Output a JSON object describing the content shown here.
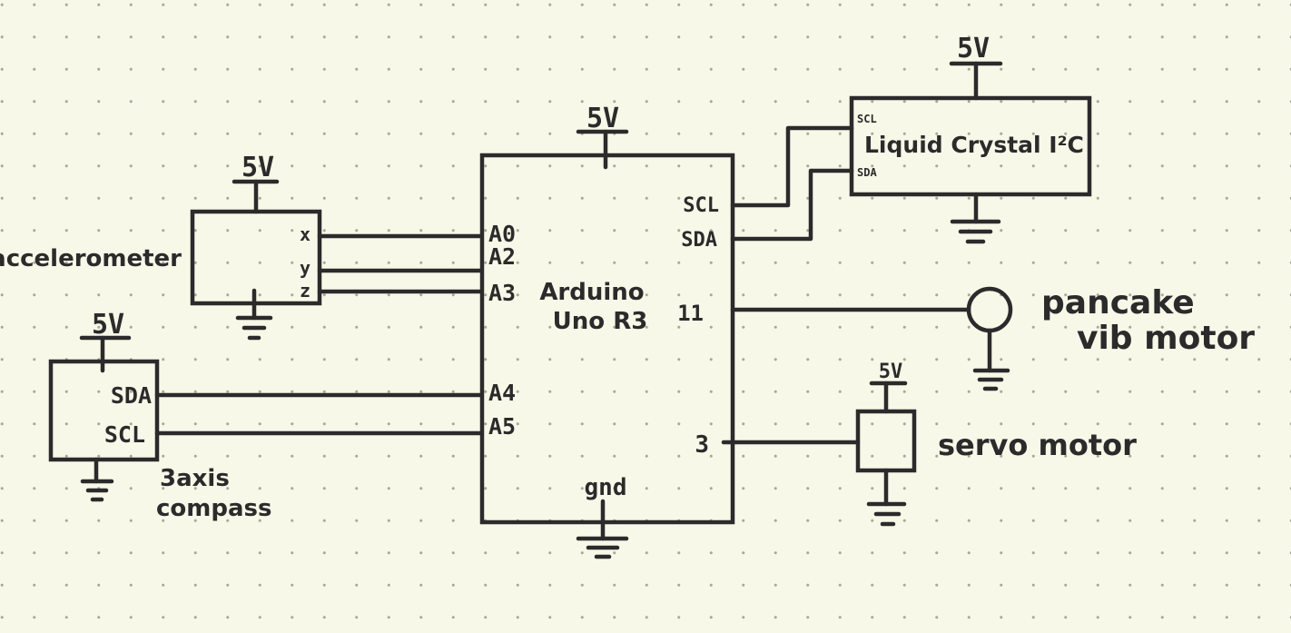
{
  "power_label": "5V",
  "arduino": {
    "name_line1": "Arduino",
    "name_line2": "Uno R3",
    "ground_label": "gnd",
    "pins": {
      "a0": "A0",
      "a2": "A2",
      "a3": "A3",
      "a4": "A4",
      "a5": "A5",
      "scl": "SCL",
      "sda": "SDA",
      "d11": "11",
      "d3": "3"
    }
  },
  "accelerometer": {
    "label": "accelerometer",
    "pins": {
      "x": "x",
      "y": "y",
      "z": "z"
    }
  },
  "compass": {
    "label_line1": "3axis",
    "label_line2": "compass",
    "pins": {
      "sda": "SDA",
      "scl": "SCL"
    }
  },
  "lcd": {
    "label": "Liquid Crystal I²C",
    "pins": {
      "scl": "SCL",
      "sda": "SDA"
    }
  },
  "vib_motor": {
    "label_line1": "pancake",
    "label_line2": "vib motor"
  },
  "servo": {
    "label": "servo motor"
  }
}
